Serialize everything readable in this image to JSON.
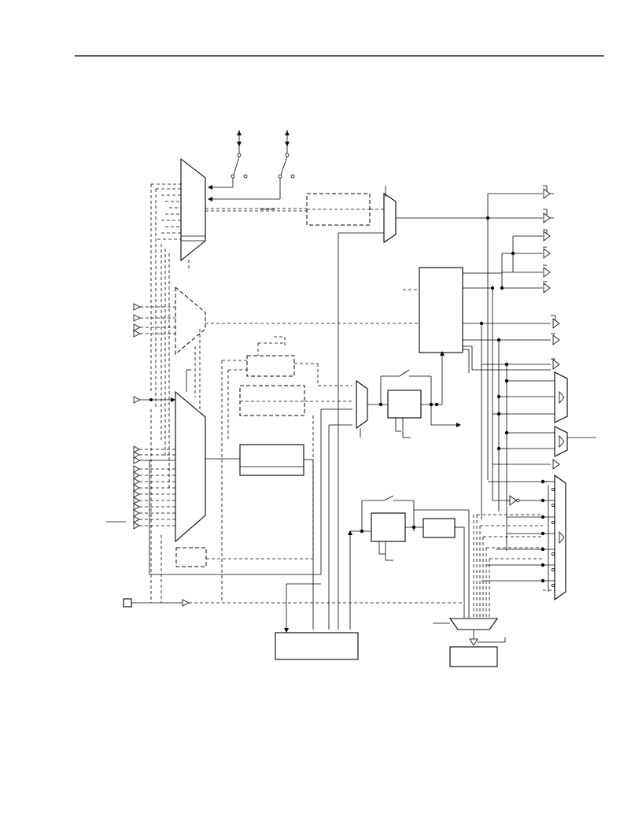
{
  "page": {
    "background": "#ffffff",
    "line_color": "#000000"
  },
  "diagram": {
    "labels": [],
    "blocks": [
      {
        "name": "input-mux-left-top",
        "shape": "trapezoid"
      },
      {
        "name": "dashed-mux-left",
        "shape": "trapezoid-dashed"
      },
      {
        "name": "main-input-mux",
        "shape": "trapezoid"
      },
      {
        "name": "block-under-dashed-group",
        "shape": "rect"
      },
      {
        "name": "dashed-register-top",
        "shape": "rect-dashed"
      },
      {
        "name": "dashed-block-mid",
        "shape": "rect-dashed"
      },
      {
        "name": "dashed-block-small",
        "shape": "rect-dashed"
      },
      {
        "name": "mux-small-top",
        "shape": "trapezoid"
      },
      {
        "name": "control-block-right",
        "shape": "rect"
      },
      {
        "name": "register-mid",
        "shape": "rect"
      },
      {
        "name": "mux-small-mid",
        "shape": "trapezoid"
      },
      {
        "name": "register-low",
        "shape": "rect"
      },
      {
        "name": "block-low-right",
        "shape": "rect"
      },
      {
        "name": "bottom-mux",
        "shape": "trapezoid"
      },
      {
        "name": "bottom-output-block",
        "shape": "rect"
      },
      {
        "name": "bottom-left-block",
        "shape": "rect"
      },
      {
        "name": "output-mux-upper",
        "shape": "trapezoid"
      },
      {
        "name": "output-mux-middle",
        "shape": "trapezoid"
      },
      {
        "name": "output-mux-lower",
        "shape": "trapezoid"
      },
      {
        "name": "dashed-block-bottom-left",
        "shape": "rect-dashed"
      }
    ]
  }
}
